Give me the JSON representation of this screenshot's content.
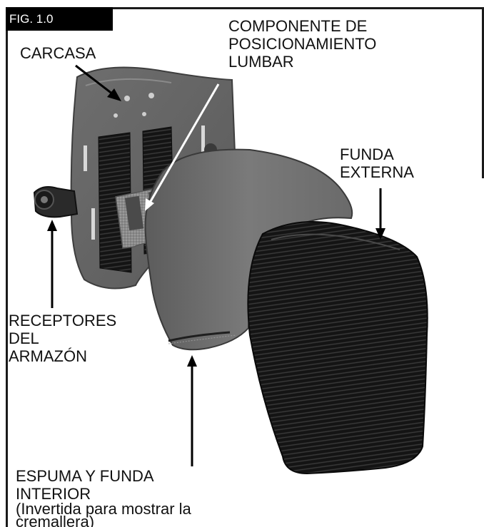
{
  "figure": {
    "tag": "FIG. 1.0"
  },
  "labels": {
    "shell": "CARCASA",
    "lumbar": "COMPONENTE DE\nPOSICIONAMIENTO\nLUMBAR",
    "outer_cover": "FUNDA\nEXTERNA",
    "receivers": "RECEPTORES\nDEL\nARMAZÓN",
    "foam_line1": "ESPUMA Y FUNDA",
    "foam_line2": "INTERIOR",
    "foam_note": "(Invertida para mostrar la\ncremallera)"
  }
}
